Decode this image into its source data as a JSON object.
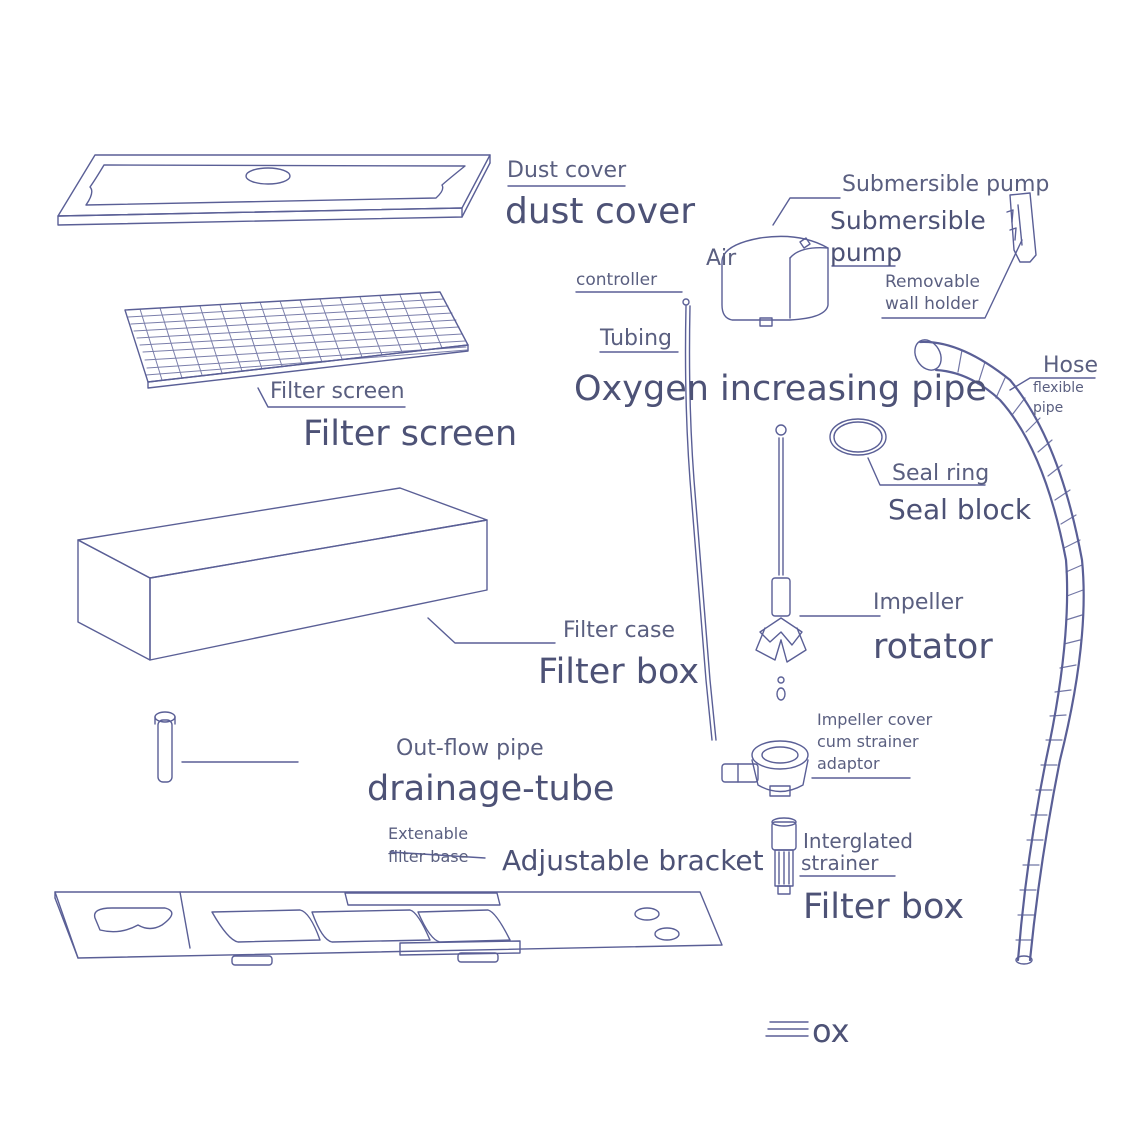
{
  "colors": {
    "line": "#5a5f96",
    "text": "#4d5276",
    "background": "#ffffff"
  },
  "labels": {
    "dust_cover_en": "Dust cover",
    "dust_cover_alt": "dust cover",
    "submersible_pump_en": "Submersible pump",
    "submersible_pump_alt_line1": "Submersible",
    "submersible_pump_alt_line2": "pump",
    "air": "Air",
    "controller": "controller",
    "removable_wall_holder_line1": "Removable",
    "removable_wall_holder_line2": "wall holder",
    "tubing": "Tubing",
    "oxygen_pipe": "Oxygen increasing pipe",
    "hose": "Hose",
    "flexible_pipe_line1": "flexible",
    "flexible_pipe_line2": "pipe",
    "filter_screen_en": "Filter screen",
    "filter_screen_alt": "Filter screen",
    "seal_ring": "Seal ring",
    "seal_block": "Seal block",
    "impeller": "Impeller",
    "rotator": "rotator",
    "filter_case": "Filter case",
    "filter_box_alt": "Filter box",
    "impeller_cover_line1": "Impeller cover",
    "impeller_cover_line2": "cum strainer",
    "impeller_cover_line3": "adaptor",
    "outflow_pipe": "Out-flow pipe",
    "drainage_tube": "drainage-tube",
    "extenable_line1": "Extenable",
    "extenable_line2": "filter base",
    "adjustable_bracket": "Adjustable bracket",
    "interglated_line1": "Interglated",
    "interglated_line2": "strainer",
    "filter_box_alt2": "Filter box",
    "ox_fragment": "ox"
  }
}
